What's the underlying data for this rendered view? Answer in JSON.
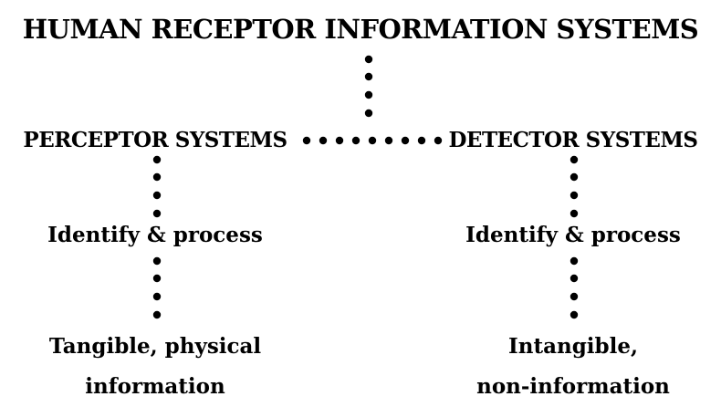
{
  "title": "HUMAN RECEPTOR INFORMATION SYSTEMS",
  "left": {
    "heading": "PERCEPTOR SYSTEMS",
    "step": "Identify & process",
    "result_line1": "Tangible, physical",
    "result_line2": "information"
  },
  "right": {
    "heading": "DETECTOR SYSTEMS",
    "step": "Identify & process",
    "result_line1": "Intangible,",
    "result_line2": "non-information"
  },
  "connector_color": "#000000"
}
